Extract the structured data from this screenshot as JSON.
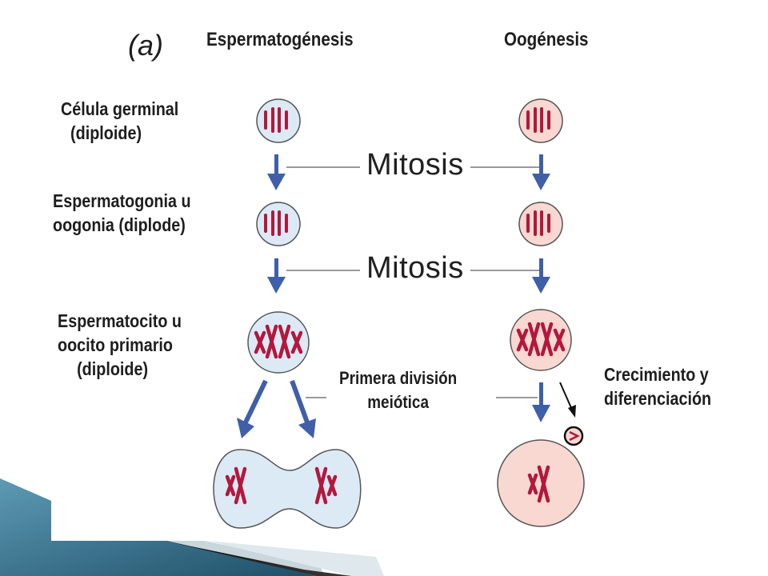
{
  "panel_letter": "(a)",
  "columns": {
    "left": "Espermatogénesis",
    "right": "Oogénesis"
  },
  "rows": [
    {
      "lines": [
        "Célula germinal",
        "(diploide)"
      ]
    },
    {
      "lines": [
        "Espermatogonia u",
        "oogonia (diplode)"
      ]
    },
    {
      "lines": [
        "Espermatocito u",
        "oocito primario",
        "(diploide)"
      ]
    }
  ],
  "processes": {
    "mitosis_1": "Mitosis",
    "mitosis_2": "Mitosis",
    "meiosis_1": [
      "Primera división",
      "meiótica"
    ],
    "growth": [
      "Crecimiento y",
      "diferenciación"
    ]
  },
  "colors": {
    "sperm_cell_fill": "#dceaf6",
    "oocyte_fill": "#f8d8d0",
    "chromosome": "#b4173c",
    "arrow": "#3f5fa8",
    "connector": "#9a9a9a",
    "slide_accent": "#2c6a8a"
  }
}
